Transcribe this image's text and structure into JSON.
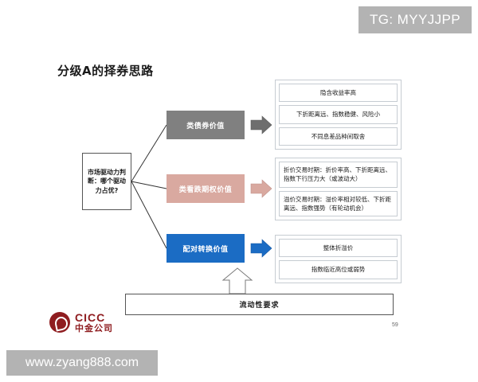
{
  "watermarks": {
    "top_banner": "TG: MYYJJPP",
    "bottom_banner": "www.zyang888.com"
  },
  "slide": {
    "title": "分级A的择券思路",
    "page_number": "59"
  },
  "driver": {
    "label": "市场驱动力判断：哪个驱动力占优?"
  },
  "categories": [
    {
      "id": "bond",
      "label": "类债券价值",
      "color": "#808080",
      "arrow_color": "#6e6e6e"
    },
    {
      "id": "put",
      "label": "类看跌期权价值",
      "color": "#d9a9a0",
      "arrow_color": "#d9a9a0"
    },
    {
      "id": "pair",
      "label": "配对转换价值",
      "color": "#1b6cc4",
      "arrow_color": "#1b6cc4"
    }
  ],
  "panels": {
    "bond": [
      "隐含收益率高",
      "下折距离远、指数稳健、风险小",
      "不同息差品种间取舍"
    ],
    "put": [
      "折价交易时期：折价率高、下折距离远、指数下行压力大（或波动大）",
      "溢价交易时期：溢价率相对较低、下折距离远、指数强势（有轮动机会）"
    ],
    "pair": [
      "整体折溢价",
      "指数临近高位或弱势"
    ]
  },
  "liquidity": {
    "label": "流动性要求"
  },
  "logo": {
    "en": "CICC",
    "cn": "中金公司",
    "color": "#8f1d20"
  }
}
